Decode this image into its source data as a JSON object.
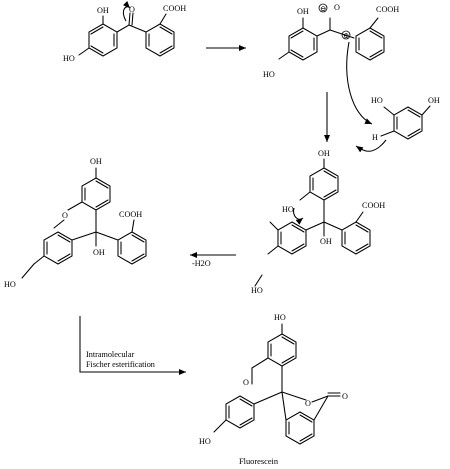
{
  "figure": {
    "steps": [
      {
        "molecules": [
          {
            "labels": [
              "OH",
              "HO",
              "COOH"
            ]
          },
          {
            "labels": [
              "OH",
              "HO",
              "COOH",
              "O",
              "⊕",
              "⊖"
            ]
          }
        ]
      },
      {
        "molecules": [
          {
            "labels": [
              "HO",
              "OH",
              "H"
            ]
          },
          {
            "labels": [
              "OH",
              "HO",
              "COOH",
              "OH",
              "HO"
            ]
          }
        ]
      },
      {
        "arrow_label": "-H2O",
        "molecules": [
          {
            "labels": [
              "OH",
              "O",
              "COOH",
              "OH",
              "HO"
            ]
          }
        ]
      },
      {
        "arrow_label_lines": [
          "Intramolecular",
          "Fischer esterification"
        ],
        "molecules": [
          {
            "labels": [
              "HO",
              "O",
              "O",
              "O",
              "HO"
            ],
            "caption": "Fluorescein"
          }
        ]
      }
    ]
  }
}
